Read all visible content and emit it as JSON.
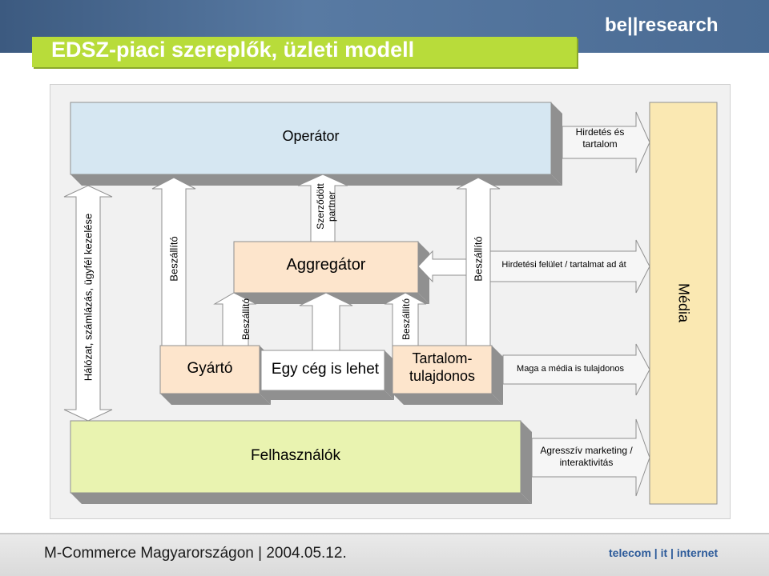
{
  "header": {
    "title": "EDSZ-piaci szereplők, üzleti modell",
    "logo": "be||research"
  },
  "diagram": {
    "operator": "Operátor",
    "aggregator": "Aggregátor",
    "manufacturer": "Gyártó",
    "one_company": "Egy cég is lehet",
    "content_owner": "Tartalom-\ntulajdonos",
    "users": "Felhasználók",
    "media": "Média",
    "network_label": "Hálózat, számlázás, ügyfél kezelése",
    "supplier": "Beszállító",
    "contracted_partner": "Szerződött\npartner",
    "ads_content": "Hirdetés és\ntartalom",
    "ad_surface": "Hirdetési felület / tartalmat ad át",
    "media_owner": "Maga a média is tulajdonos",
    "aggressive_marketing": "Agresszív marketing /\ninteraktivitás"
  },
  "footer": {
    "text": "M-Commerce Magyarországon  |  2004.05.12.",
    "logo": "telecom | it | internet"
  },
  "colors": {
    "header": "#4a6b93",
    "title_bg": "#b8dc3a",
    "operator": "#d6e7f2",
    "aggregator": "#fde5cc",
    "users": "#e9f3b0",
    "media": "#fae8b2"
  }
}
